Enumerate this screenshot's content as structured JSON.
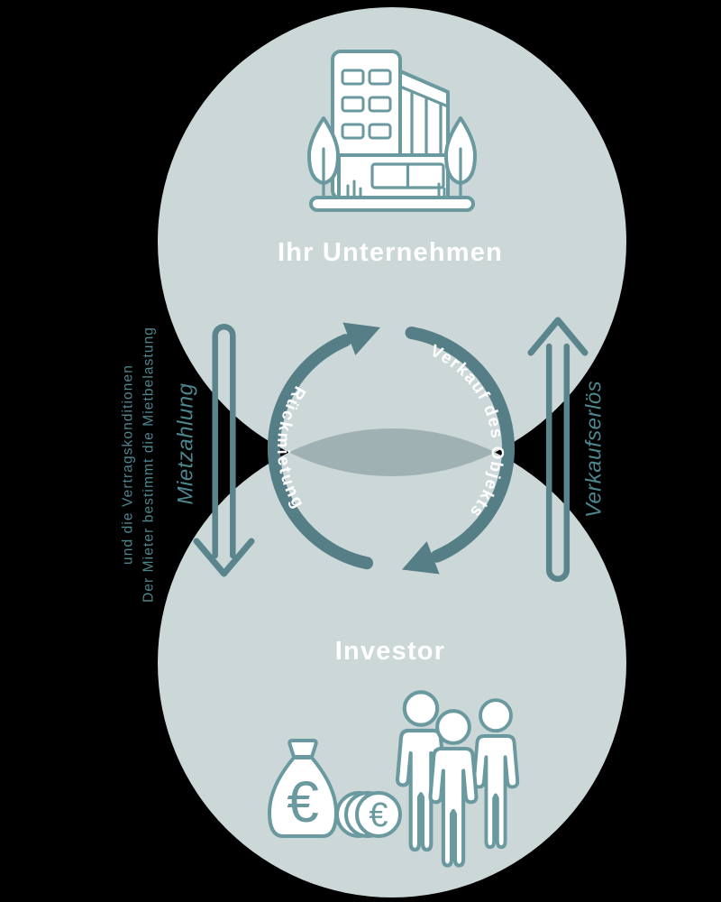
{
  "nodes": {
    "company": {
      "label": "Ihr Unternehmen"
    },
    "investor": {
      "label": "Investor"
    }
  },
  "cycle": {
    "left_label": "Rückmietung",
    "right_label": "Verkauf des Objekts"
  },
  "flows": {
    "left": {
      "label": "Mietzahlung",
      "note_line1": "Der Mieter bestimmt die Mietbelastung",
      "note_line2": "und die Vertragskonditionen"
    },
    "right": {
      "label": "Verkaufserlös"
    }
  },
  "symbols": {
    "euro": "€"
  },
  "colors": {
    "background": "#000000",
    "circle_fill": "#ccd7d8",
    "overlap_fill": "#a0b1b4",
    "cycle_arrow": "#557e86",
    "outline_arrow": "#5b858c",
    "icon_stroke": "#6a9aa0",
    "label_text": "#ffffff",
    "side_text": "#4e868f"
  }
}
